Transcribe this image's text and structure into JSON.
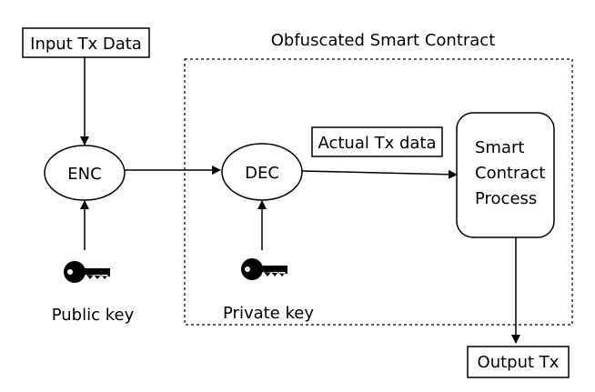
{
  "diagram": {
    "title": "Obfuscated Smart Contract",
    "input_box": "Input Tx Data",
    "enc_node": "ENC",
    "dec_node": "DEC",
    "actual_box": "Actual Tx data",
    "process_lines": [
      "Smart",
      "Contract",
      "Process"
    ],
    "public_key_label": "Public key",
    "private_key_label": "Private key",
    "output_box": "Output Tx"
  },
  "colors": {
    "stroke": "#000000",
    "background": "#ffffff",
    "key_fill": "#000000"
  },
  "icons": {
    "public_key": "key-icon",
    "private_key": "key-icon"
  }
}
